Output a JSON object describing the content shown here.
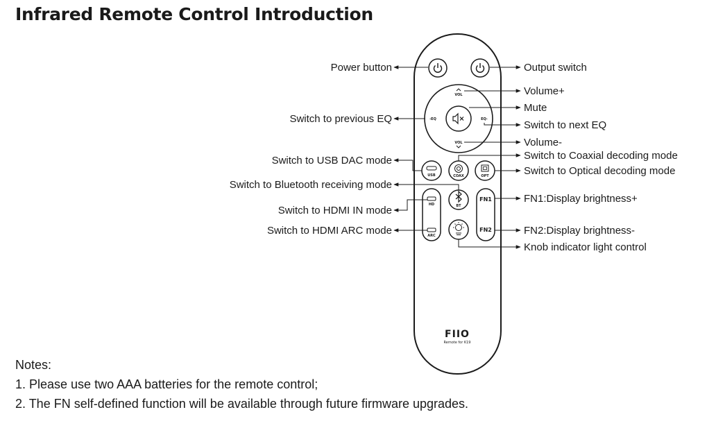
{
  "title": "Infrared Remote Control Introduction",
  "labels": {
    "power_button": "Power button",
    "output_switch": "Output switch",
    "volume_plus": "Volume+",
    "mute": "Mute",
    "prev_eq": "Switch to previous EQ",
    "next_eq": "Switch to next EQ",
    "volume_minus": "Volume-",
    "coaxial": "Switch to Coaxial decoding mode",
    "usb_dac": "Switch to USB DAC mode",
    "optical": "Switch to Optical decoding mode",
    "bluetooth": "Switch to Bluetooth receiving mode",
    "fn1": "FN1:Display brightness+",
    "hdmi_in": "Switch to HDMI IN mode",
    "hdmi_arc": "Switch to HDMI ARC mode",
    "fn2": "FN2:Display brightness-",
    "knob_light": "Knob indicator light control"
  },
  "remote": {
    "vol_top": "VOL",
    "vol_bottom": "VOL",
    "eq_left": "‹EQ",
    "eq_right": "EQ›",
    "usb": "USB",
    "coax": "COAX",
    "opt": "OPT",
    "bt": "BT",
    "hd": "HD",
    "arc": "ARC",
    "fn1": "FN1",
    "fn2": "FN2",
    "brand": "FIIO",
    "brand_sub": "Remote for K19"
  },
  "notes": {
    "heading": "Notes:",
    "items": [
      "1. Please use two AAA batteries for the remote control;",
      "2. The FN self-defined function will be available through future firmware upgrades."
    ]
  }
}
